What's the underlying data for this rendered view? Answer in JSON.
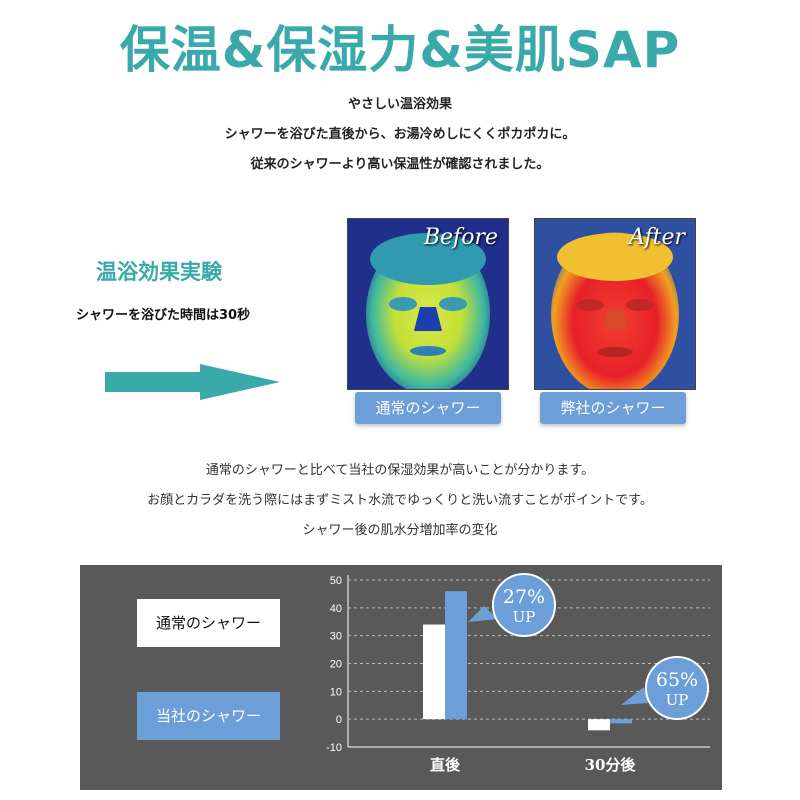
{
  "title": "保温&保湿力&美肌SAP",
  "intro": {
    "line1": "やさしい温浴効果",
    "line2": "シャワーを浴びた直後から、お湯冷めしにくくポカポカに。",
    "line3": "従来のシャワーより高い保温性が確認されました。"
  },
  "experiment": {
    "heading": "温浴効果実験",
    "condition": "シャワーを浴びた時間は30秒",
    "before_tag": "Before",
    "after_tag": "After",
    "before_label": "通常のシャワー",
    "after_label": "弊社のシャワー"
  },
  "middle": {
    "line1": "通常のシャワーと比べて当社の保湿効果が高いことが分かります。",
    "line2": "お顔とカラダを洗う際にはまずミスト水流でゆっくりと洗い流すことがポイントです。",
    "line3": "シャワー後の肌水分増加率の変化"
  },
  "colors": {
    "accent": "#3aa9a9",
    "panel": "#595959",
    "series_normal": "#ffffff",
    "series_ours": "#6c9fd8"
  },
  "chart_data": {
    "type": "bar",
    "categories": [
      "直後",
      "30分後"
    ],
    "series": [
      {
        "name": "通常のシャワー",
        "values": [
          34,
          -4
        ]
      },
      {
        "name": "当社のシャワー",
        "values": [
          46,
          -1.5
        ]
      }
    ],
    "ylim": [
      -10,
      50
    ],
    "yticks": [
      "50",
      "40",
      "30",
      "20",
      "10",
      "0",
      "-10"
    ],
    "grid": true,
    "legend": "left",
    "annotations": [
      {
        "line1": "27%",
        "line2": "UP"
      },
      {
        "line1": "65%",
        "line2": "UP"
      }
    ]
  }
}
